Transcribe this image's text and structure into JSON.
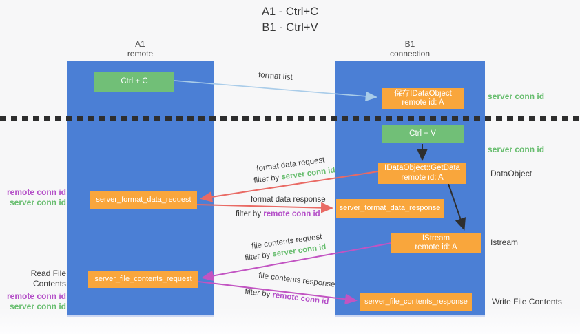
{
  "title": {
    "line1": "A1 - Ctrl+C",
    "line2": "B1 - Ctrl+V"
  },
  "lanes": {
    "a": {
      "name": "A1",
      "sub": "remote"
    },
    "b": {
      "name": "B1",
      "sub": "connection"
    }
  },
  "nodes": {
    "ctrl_c": "Ctrl + C",
    "ctrl_v": "Ctrl + V",
    "save_dataobject": {
      "line1": "保存IDataObject",
      "line2": "remote id: A"
    },
    "getdata": {
      "line1": "IDataObject::GetData",
      "line2": "remote id: A"
    },
    "istream": {
      "line1": "IStream",
      "line2": "remote id: A"
    },
    "format_request": "server_format_data_request",
    "format_response": "server_format_data_response",
    "file_request": "server_file_contents_request",
    "file_response": "server_file_contents_response"
  },
  "side_labels": {
    "server_conn_id_top": "server conn id",
    "server_conn_id_mid": "server conn id",
    "dataobject": "DataObject",
    "istream": "Istream",
    "write_file_contents": "Write File Contents",
    "read_file_contents": "Read File Contents",
    "remote_conn_id_fmt": "remote conn id",
    "server_conn_id_fmt": "server conn id",
    "remote_conn_id_file": "remote conn id",
    "server_conn_id_file": "server conn id"
  },
  "arrow_labels": {
    "format_list": "format list",
    "format_data_request": "format data request",
    "format_data_response": "format data response",
    "file_contents_request": "file contents request",
    "file_contents_response": "file contents response",
    "filter_by": "filter by",
    "server_conn_id": "server conn id",
    "remote_conn_id": "remote conn id"
  },
  "colors": {
    "lane_blue": "#4b7fd5",
    "green_box": "#71bf77",
    "orange_box": "#f9a63c",
    "blue_arrow": "#a9cce9",
    "black_arrow": "#2e2e2e",
    "red_arrow": "#e96a64",
    "magenta_arrow": "#c254c2",
    "green_text": "#67bd6e",
    "purple_text": "#b44fc8"
  }
}
